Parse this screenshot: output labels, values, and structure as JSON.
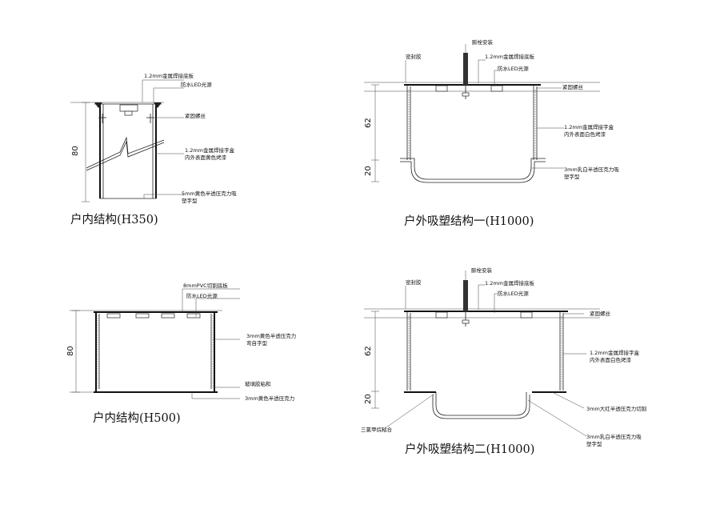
{
  "sections": {
    "h350": {
      "title": "户内结构(H350)",
      "dim_height": "80",
      "labels": {
        "base_plate": "1.2mm金属焊接底板",
        "led": "防水LED光源",
        "screw": "紧固螺丝",
        "box_line1": "1.2mm金属焊接字盒",
        "box_line2": "内外表面黄色烤漆",
        "acrylic_line1": "5mm黄色半透压克力吸",
        "acrylic_line2": "塑字型"
      }
    },
    "h500": {
      "title": "户内结构(H500)",
      "dim_height": "80",
      "labels": {
        "pvc": "8mmPVC切割底板",
        "led": "防水LED光源",
        "acrylic_line1": "3mm黄色半透压克力",
        "acrylic_line2": "弯自字型",
        "glue": "玻璃胶粘和",
        "bottom": "3mm黄色半透压克力"
      }
    },
    "h1000a": {
      "title": "户外吸塑结构一(H1000)",
      "dim_top": "62",
      "dim_bottom": "20",
      "labels": {
        "bolt": "膨栓安装",
        "seal": "密封胶",
        "base_plate": "1.2mm金属焊接底板",
        "led": "防水LED光源",
        "screw": "紧固螺丝",
        "box_line1": "1.2mm金属焊接字盒",
        "box_line2": "内外表面白色烤漆",
        "acrylic_line1": "3mm乳白半透压克力吸",
        "acrylic_line2": "塑字型"
      }
    },
    "h1000b": {
      "title": "户外吸塑结构二(H1000)",
      "dim_top": "62",
      "dim_bottom": "20",
      "labels": {
        "bolt": "膨栓安装",
        "seal": "密封胶",
        "base_plate": "1.2mm金属焊接底板",
        "led": "防水LED光源",
        "screw": "紧固螺丝",
        "box_line1": "1.2mm金属焊接字盒",
        "box_line2": "内外表面白色烤漆",
        "red_acrylic": "3mm大红半透压克力切割",
        "acrylic_line1": "3mm乳白半透压克力吸",
        "acrylic_line2": "塑字型",
        "glue": "三氯甲烷粘合"
      }
    }
  }
}
